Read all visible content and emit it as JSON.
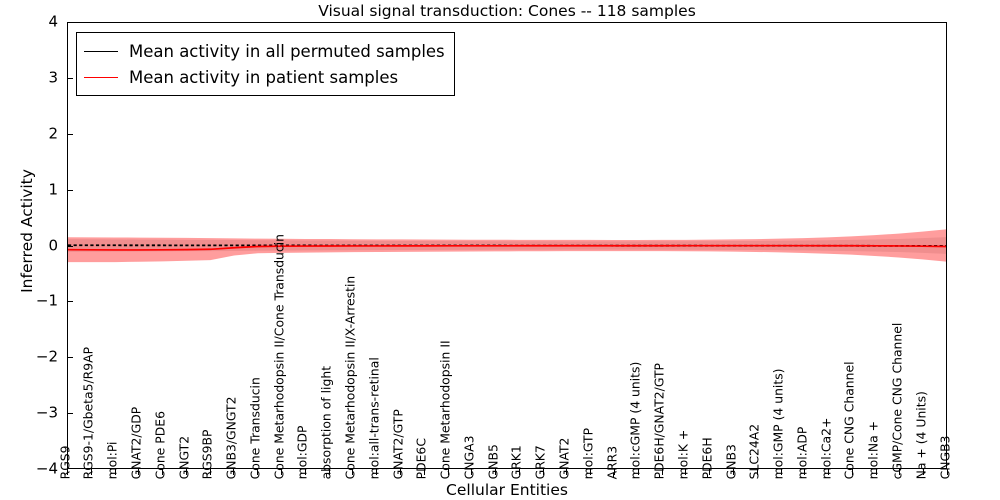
{
  "chart_data": {
    "type": "line",
    "title": "Visual signal transduction: Cones -- 118 samples",
    "xlabel": "Cellular Entities",
    "ylabel": "Inferred Activity",
    "ylim": [
      -4,
      4
    ],
    "yticks": [
      4,
      3,
      2,
      1,
      0,
      -1,
      -2,
      -3,
      -4
    ],
    "ytick_labels": [
      "4",
      "3",
      "2",
      "1",
      "0",
      "−1",
      "−2",
      "−3",
      "−4"
    ],
    "grid": false,
    "legend_position": "upper left",
    "sample_count": 118,
    "categories": [
      "RGS9",
      "RGS9-1/Gbeta5/R9AP",
      "mol:Pi",
      "GNAT2/GDP",
      "Cone PDE6",
      "GNGT2",
      "RGS9BP",
      "GNB3/GNGT2",
      "Cone Transducin",
      "Cone Metarhodopsin II/Cone Transducin",
      "mol:GDP",
      "absorption of light",
      "Cone Metarhodopsin II/X-Arrestin",
      "mol:all-trans-retinal",
      "GNAT2/GTP",
      "PDE6C",
      "Cone Metarhodopsin II",
      "CNGA3",
      "GNB5",
      "GRK1",
      "GRK7",
      "GNAT2",
      "mol:GTP",
      "ARR3",
      "mol:cGMP (4 units)",
      "PDE6H/GNAT2/GTP",
      "mol:K +",
      "PDE6H",
      "GNB3",
      "SLC24A2",
      "mol:GMP (4 units)",
      "mol:ADP",
      "mol:Ca2+",
      "Cone CNG Channel",
      "mol:Na +",
      "cGMP/Cone CNG Channel",
      "Na + (4 Units)",
      "CNGB3"
    ],
    "series": [
      {
        "name": "Mean activity in all permuted samples",
        "color": "#000000",
        "linestyle": "dotted",
        "values": [
          0.005,
          0.004,
          0.004,
          0.003,
          0.003,
          0.002,
          0.002,
          0.002,
          0.001,
          0.001,
          0.001,
          0.0,
          0.0,
          0.0,
          0.0,
          -0.001,
          -0.001,
          -0.001,
          -0.001,
          -0.002,
          -0.002,
          -0.002,
          -0.002,
          -0.003,
          -0.003,
          -0.003,
          -0.003,
          -0.004,
          -0.004,
          -0.004,
          -0.004,
          -0.005,
          -0.005,
          -0.005,
          -0.006,
          -0.006,
          -0.006,
          -0.007
        ],
        "band_lower": [
          -0.115,
          -0.112,
          -0.11,
          -0.108,
          -0.105,
          -0.102,
          -0.1,
          -0.098,
          -0.095,
          -0.093,
          -0.09,
          -0.088,
          -0.086,
          -0.084,
          -0.082,
          -0.08,
          -0.079,
          -0.078,
          -0.077,
          -0.076,
          -0.076,
          -0.075,
          -0.075,
          -0.075,
          -0.075,
          -0.076,
          -0.077,
          -0.078,
          -0.08,
          -0.082,
          -0.085,
          -0.089,
          -0.094,
          -0.1,
          -0.108,
          -0.118,
          -0.132,
          -0.15
        ],
        "band_upper": [
          0.115,
          0.112,
          0.11,
          0.108,
          0.105,
          0.102,
          0.1,
          0.098,
          0.095,
          0.093,
          0.09,
          0.088,
          0.086,
          0.084,
          0.082,
          0.08,
          0.079,
          0.078,
          0.077,
          0.076,
          0.076,
          0.075,
          0.075,
          0.075,
          0.075,
          0.076,
          0.077,
          0.078,
          0.08,
          0.082,
          0.085,
          0.089,
          0.094,
          0.1,
          0.108,
          0.118,
          0.132,
          0.15
        ],
        "band_color": "#b3b3b3"
      },
      {
        "name": "Mean activity in patient samples",
        "color": "#ff0000",
        "linestyle": "solid",
        "values": [
          -0.075,
          -0.078,
          -0.08,
          -0.08,
          -0.078,
          -0.074,
          -0.068,
          -0.04,
          -0.018,
          -0.012,
          -0.01,
          -0.009,
          -0.008,
          -0.008,
          -0.007,
          -0.007,
          -0.006,
          -0.006,
          -0.006,
          -0.005,
          -0.005,
          -0.005,
          -0.004,
          -0.004,
          -0.004,
          -0.004,
          -0.003,
          -0.003,
          -0.003,
          -0.003,
          -0.003,
          -0.003,
          -0.004,
          -0.005,
          -0.006,
          -0.008,
          -0.012,
          -0.018
        ],
        "band_lower": [
          -0.3,
          -0.3,
          -0.298,
          -0.292,
          -0.285,
          -0.275,
          -0.262,
          -0.18,
          -0.14,
          -0.132,
          -0.128,
          -0.124,
          -0.12,
          -0.117,
          -0.114,
          -0.112,
          -0.11,
          -0.108,
          -0.106,
          -0.104,
          -0.103,
          -0.102,
          -0.101,
          -0.1,
          -0.1,
          -0.101,
          -0.103,
          -0.106,
          -0.11,
          -0.116,
          -0.124,
          -0.134,
          -0.148,
          -0.165,
          -0.188,
          -0.215,
          -0.25,
          -0.29
        ],
        "band_upper": [
          0.148,
          0.146,
          0.144,
          0.142,
          0.139,
          0.136,
          0.133,
          0.128,
          0.124,
          0.121,
          0.118,
          0.116,
          0.113,
          0.111,
          0.109,
          0.107,
          0.106,
          0.104,
          0.103,
          0.102,
          0.101,
          0.1,
          0.1,
          0.099,
          0.099,
          0.1,
          0.102,
          0.105,
          0.109,
          0.115,
          0.123,
          0.133,
          0.147,
          0.164,
          0.187,
          0.214,
          0.249,
          0.289
        ],
        "band_color": "#ff4d4d"
      }
    ]
  },
  "legend": {
    "entries": [
      {
        "label": "Mean activity in all permuted samples",
        "color": "#000000"
      },
      {
        "label": "Mean activity in patient samples",
        "color": "#ff0000"
      }
    ]
  },
  "colors": {
    "permuted_line": "#000000",
    "patient_line": "#ff0000",
    "permuted_band": "#b3b3b3",
    "patient_band": "#ff4d4d",
    "axis": "#000000",
    "background": "#ffffff"
  }
}
